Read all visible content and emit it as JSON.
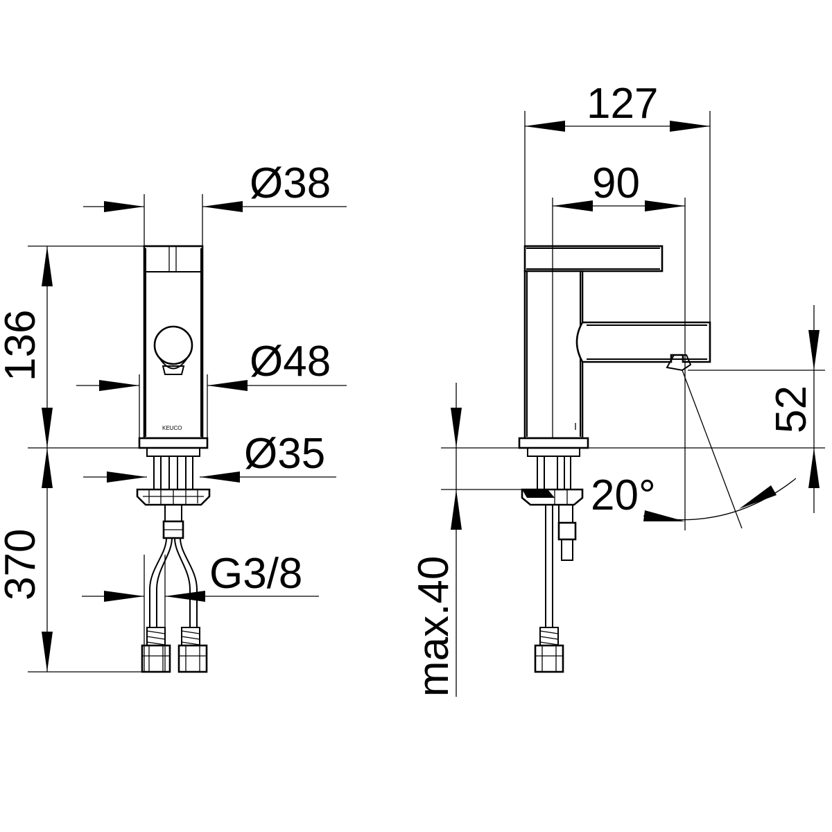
{
  "front_view": {
    "brand_mark": "KEUCO",
    "dimensions": {
      "top_diameter": "Ø38",
      "body_diameter": "Ø48",
      "hose_diameter": "Ø35",
      "height_above_deck": "136",
      "hose_length": "370",
      "thread": "G3/8"
    }
  },
  "side_view": {
    "dimensions": {
      "overall_depth": "127",
      "spout_reach": "90",
      "outlet_height": "52",
      "max_deck_thickness": "max.40",
      "outlet_angle": "20°"
    }
  }
}
